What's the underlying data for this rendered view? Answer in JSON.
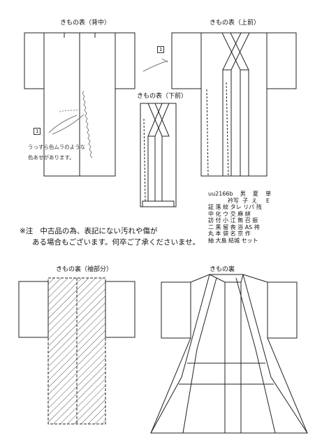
{
  "labels": {
    "back_top": "きもの表（背中）",
    "front_top": "きもの表（上前）",
    "front_under": "きもの表（下前）",
    "lining_sleeve": "きもの裏（袖部分）",
    "lining": "きもの裏"
  },
  "markers": {
    "marker_1": "1",
    "marker_2": "1"
  },
  "handwritten": {
    "line1": "うっすら色ムラのような",
    "line2": "色あせがあります。"
  },
  "code_block": {
    "code": "uu2166b",
    "row1": [
      "男",
      "夏",
      "単"
    ],
    "row2": [
      "衿写",
      "子",
      "え",
      "E"
    ],
    "rows": [
      "証 落 紋 タレ リパ 残",
      "中 化 ウ 交 麻 絣",
      "訪 付 小 江 無 召 振",
      "二 黒 留 喪 浴 AS 袴",
      "丸 本 袋 名 京 作",
      "紬 大島 結城  セット"
    ]
  },
  "notice": {
    "prefix": "※注",
    "line1": "中古品の為、表記にない汚れや傷が",
    "line2": "ある場合もございます。何卒ご了承くださいませ。"
  }
}
